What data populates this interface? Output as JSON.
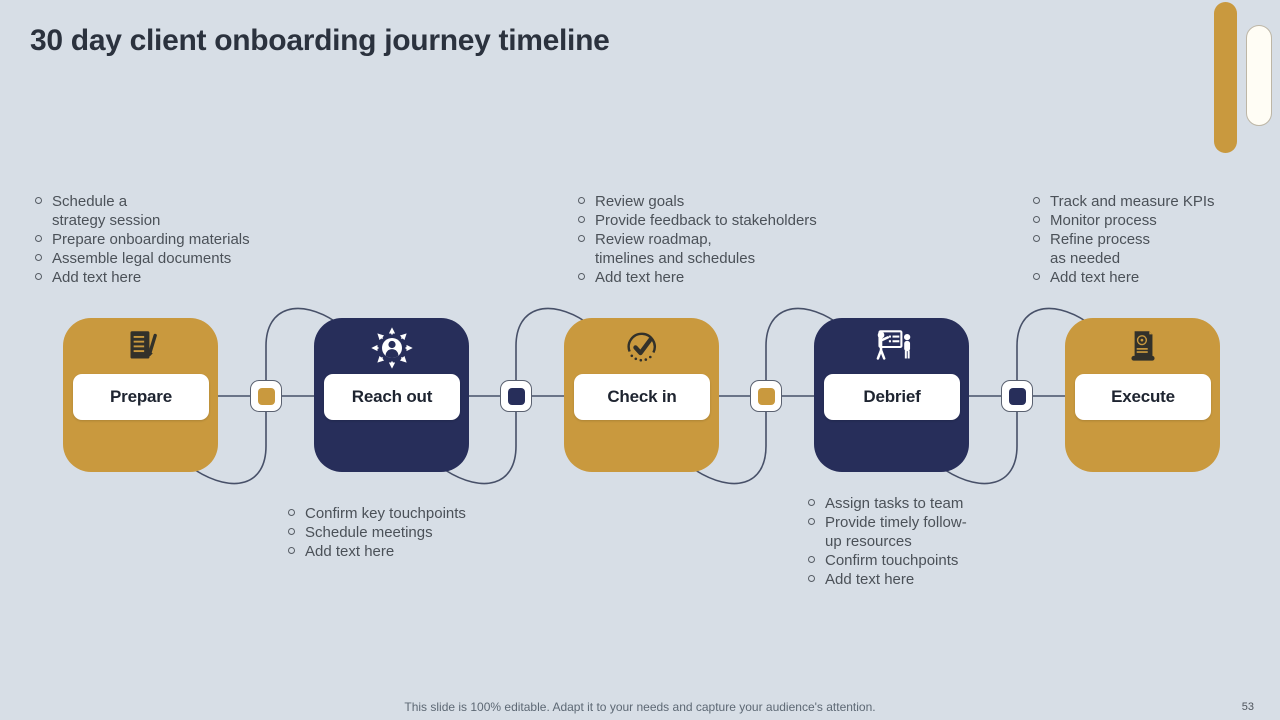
{
  "title": "30 day client onboarding journey timeline",
  "footer": "This slide is 100% editable. Adapt it to your needs and capture your audience's attention.",
  "page_number": "53",
  "colors": {
    "background": "#D7DEE6",
    "gold": "#C9993E",
    "navy": "#272E5A",
    "line": "#475068",
    "text": "#4B5158"
  },
  "stages": [
    {
      "label": "Prepare",
      "color": "gold",
      "icon": "document-pencil-icon"
    },
    {
      "label": "Reach out",
      "color": "navy",
      "icon": "person-radiate-icon"
    },
    {
      "label": "Check in",
      "color": "gold",
      "icon": "checkmark-circle-icon"
    },
    {
      "label": "Debrief",
      "color": "navy",
      "icon": "presentation-icon"
    },
    {
      "label": "Execute",
      "color": "gold",
      "icon": "scroll-icon"
    }
  ],
  "lists": [
    {
      "name": "prepare-notes",
      "items": [
        "Schedule a\nstrategy session",
        "Prepare onboarding materials",
        "Assemble legal documents",
        "Add text here"
      ]
    },
    {
      "name": "check-in-notes",
      "items": [
        "Review goals",
        "Provide feedback to stakeholders",
        "Review roadmap,\ntimelines and schedules",
        "Add text here"
      ]
    },
    {
      "name": "execute-notes",
      "items": [
        "Track and measure KPIs",
        "Monitor process",
        "Refine process\nas needed",
        "Add text here"
      ]
    },
    {
      "name": "reach-out-notes",
      "items": [
        "Confirm key touchpoints",
        "Schedule meetings",
        "Add text here"
      ]
    },
    {
      "name": "debrief-notes",
      "items": [
        "Assign tasks to team",
        "Provide timely follow-\nup resources",
        "Confirm touchpoints",
        "Add text here"
      ]
    }
  ]
}
